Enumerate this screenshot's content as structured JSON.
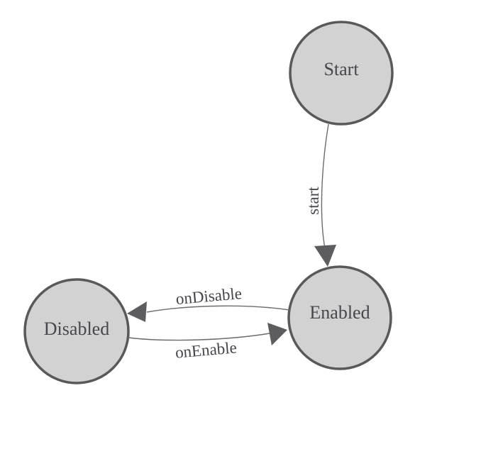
{
  "diagram": {
    "type": "finite-state-machine"
  },
  "colors": {
    "background": "#ffffff",
    "node_fill": "#d2d2d2",
    "node_stroke": "#59595b",
    "edge_stroke": "#6b6b6b",
    "arrow_fill": "#5d5d5f",
    "label_text": "#46464c"
  },
  "nodes": [
    {
      "id": "start",
      "label": "Start"
    },
    {
      "id": "enabled",
      "label": "Enabled"
    },
    {
      "id": "disabled",
      "label": "Disabled"
    }
  ],
  "edges": [
    {
      "id": "start-to-enabled",
      "label": "start",
      "from": "Start",
      "to": "Enabled"
    },
    {
      "id": "enabled-to-disabled",
      "label": "onDisable",
      "from": "Enabled",
      "to": "Disabled"
    },
    {
      "id": "disabled-to-enabled",
      "label": "onEnable",
      "from": "Disabled",
      "to": "Enabled"
    }
  ]
}
